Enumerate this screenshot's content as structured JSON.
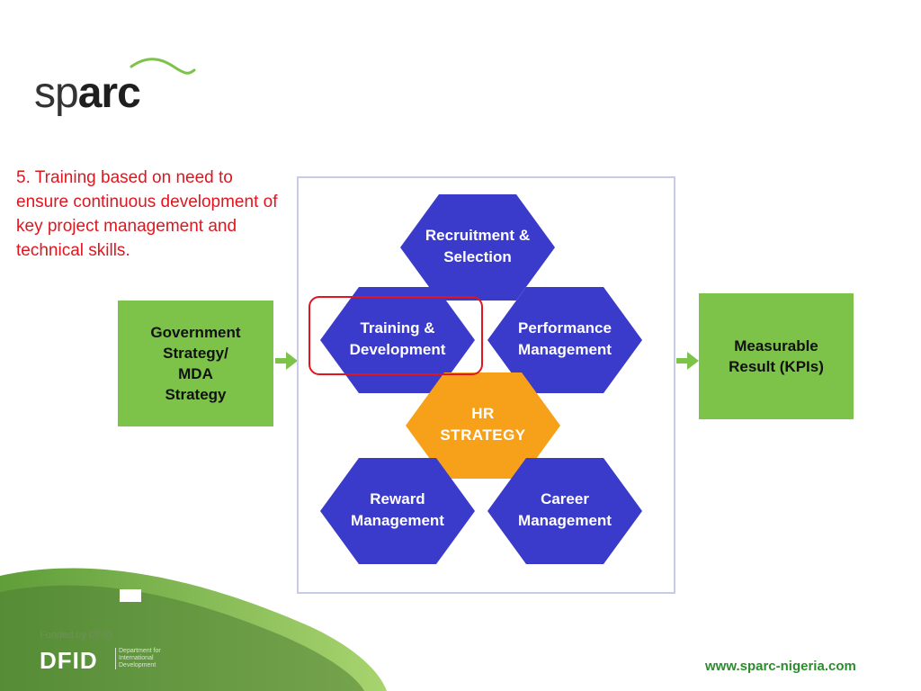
{
  "logo": {
    "prefix": "sp",
    "suffix": "arc"
  },
  "caption": "5. Training based on need to ensure continuous development of key project management and technical skills.",
  "left_box": {
    "lines": [
      "Government",
      "Strategy/",
      "MDA",
      "Strategy"
    ]
  },
  "right_box": {
    "lines": [
      "Measurable",
      "Result (KPIs)"
    ]
  },
  "hexagons": [
    {
      "id": "recruitment",
      "lines": [
        "Recruitment &",
        "Selection"
      ],
      "color": "#3a3acb"
    },
    {
      "id": "training",
      "lines": [
        "Training &",
        "Development"
      ],
      "color": "#3a3acb"
    },
    {
      "id": "performance",
      "lines": [
        "Performance",
        "Management"
      ],
      "color": "#3a3acb"
    },
    {
      "id": "hr",
      "lines": [
        "HR",
        "STRATEGY"
      ],
      "color": "#f7a11a"
    },
    {
      "id": "reward",
      "lines": [
        "Reward",
        "Management"
      ],
      "color": "#3a3acb"
    },
    {
      "id": "career",
      "lines": [
        "Career",
        "Management"
      ],
      "color": "#3a3acb"
    }
  ],
  "highlight_color": "#e0161f",
  "green": "#7dc34a",
  "footer": {
    "funded_by": "Funded by DFID",
    "dfid": "DFID",
    "dfid_sub": [
      "Department for",
      "International",
      "Development"
    ],
    "url": "www.sparc-nigeria.com"
  }
}
